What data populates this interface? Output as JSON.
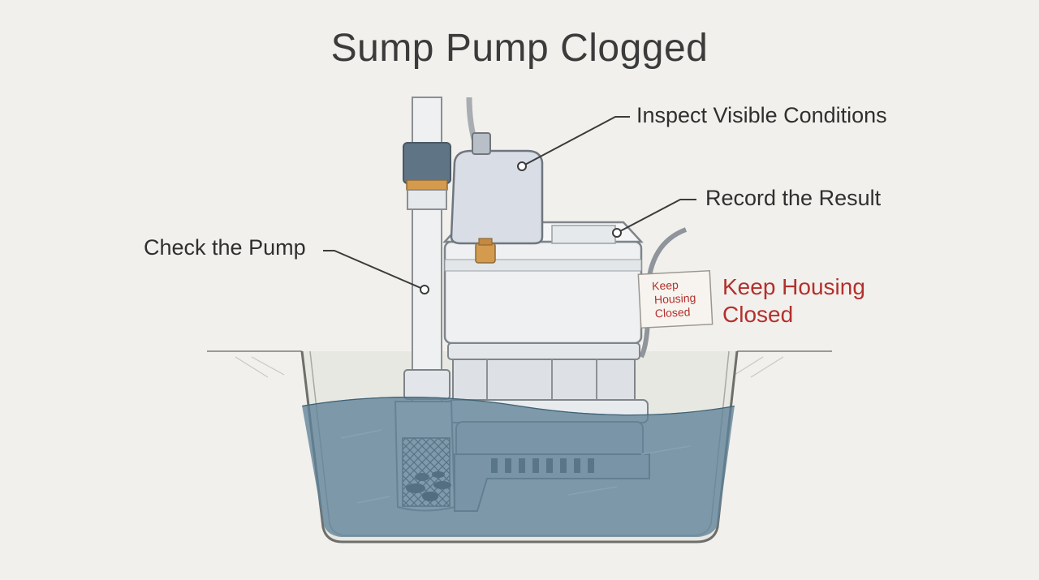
{
  "title": "Sump Pump Clogged",
  "callouts": {
    "inspect": "Inspect Visible Conditions",
    "record": "Record the Result",
    "check": "Check the Pump"
  },
  "warning": {
    "line1": "Keep Housing",
    "line2": "Closed"
  },
  "tag": {
    "line1": "Keep",
    "line2": "Housing",
    "line3": "Closed"
  },
  "colors": {
    "background": "#f1f0ec",
    "water": "#5f8297",
    "warning": "#b3302d",
    "pump_body": "#eef0f2",
    "motor_cap": "#d8dde6",
    "brass": "#d49a4e"
  }
}
